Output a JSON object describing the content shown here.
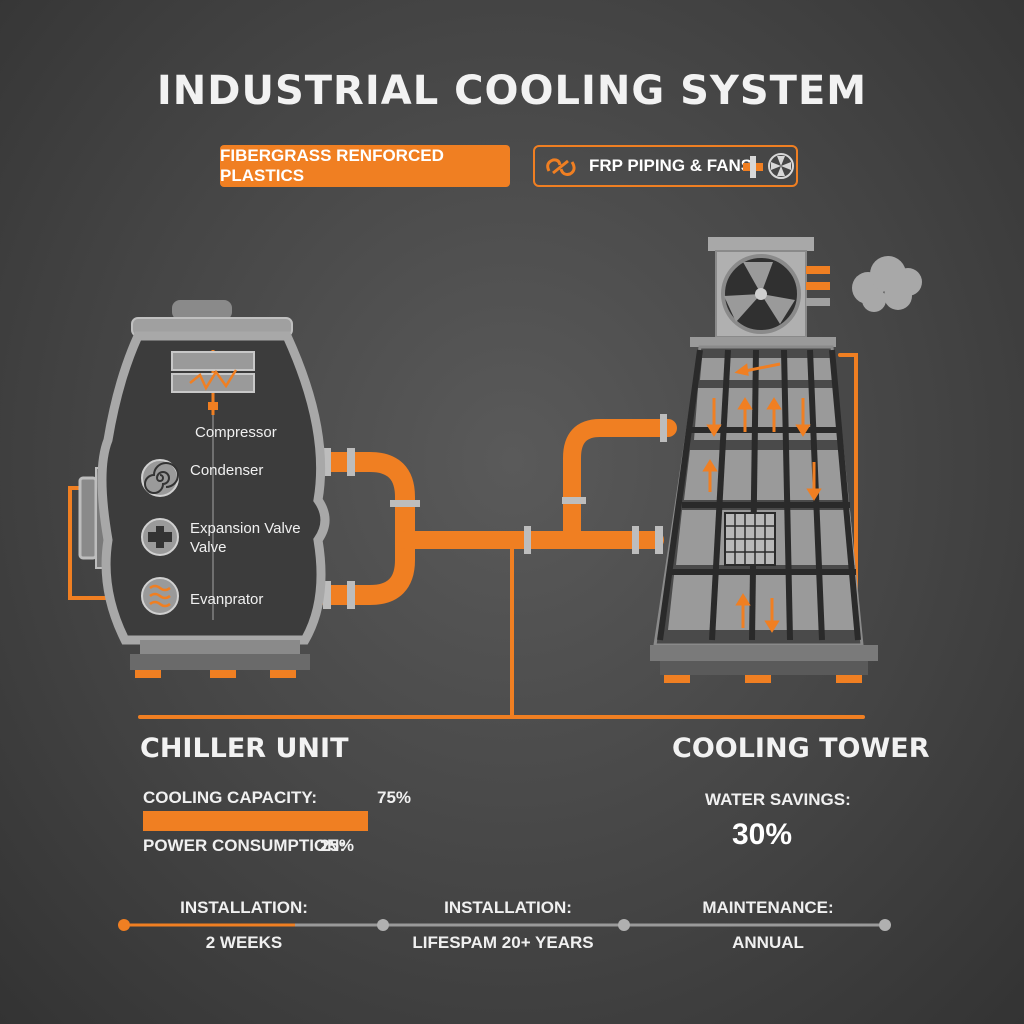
{
  "header": {
    "title": "INDUSTRIAL COOLING SYSTEM",
    "badge_primary": "FIBERGRASS RENFORCED PLASTICS",
    "badge_secondary": "FRP PIPING & FANS",
    "badge_secondary_icons": [
      "link-icon",
      "valve-icon",
      "fan-icon"
    ]
  },
  "chiller": {
    "components": [
      {
        "label": "Compressor",
        "icon": "compressor-icon"
      },
      {
        "label": "Condenser",
        "icon": "spiral-icon"
      },
      {
        "label": "Expansion Valve",
        "sub": "Valve",
        "icon": "valve-icon"
      },
      {
        "label": "Evanprator",
        "icon": "wave-icon"
      }
    ],
    "title": "CHILLER UNIT",
    "cooling_capacity_label": "COOLING CAPACITY:",
    "cooling_capacity_value": "75%",
    "cooling_capacity_fraction": 0.75,
    "power_label": "POWER CONSUMPTION:",
    "power_value": "25%"
  },
  "tower": {
    "title": "COOLING TOWER",
    "water_savings_label": "WATER SAVINGS:",
    "water_savings_value": "30%"
  },
  "timeline": [
    {
      "label": "INSTALLATION:",
      "value": "2 WEEKS"
    },
    {
      "label": "INSTALLATION:",
      "value": "LIFESPAM 20+ YEARS"
    },
    {
      "label": "MAINTENANCE:",
      "value": "ANNUAL"
    }
  ],
  "colors": {
    "accent": "#f07f22",
    "background": "#454545",
    "equipment": "#9a9a9a",
    "text": "#f2f2f2"
  }
}
